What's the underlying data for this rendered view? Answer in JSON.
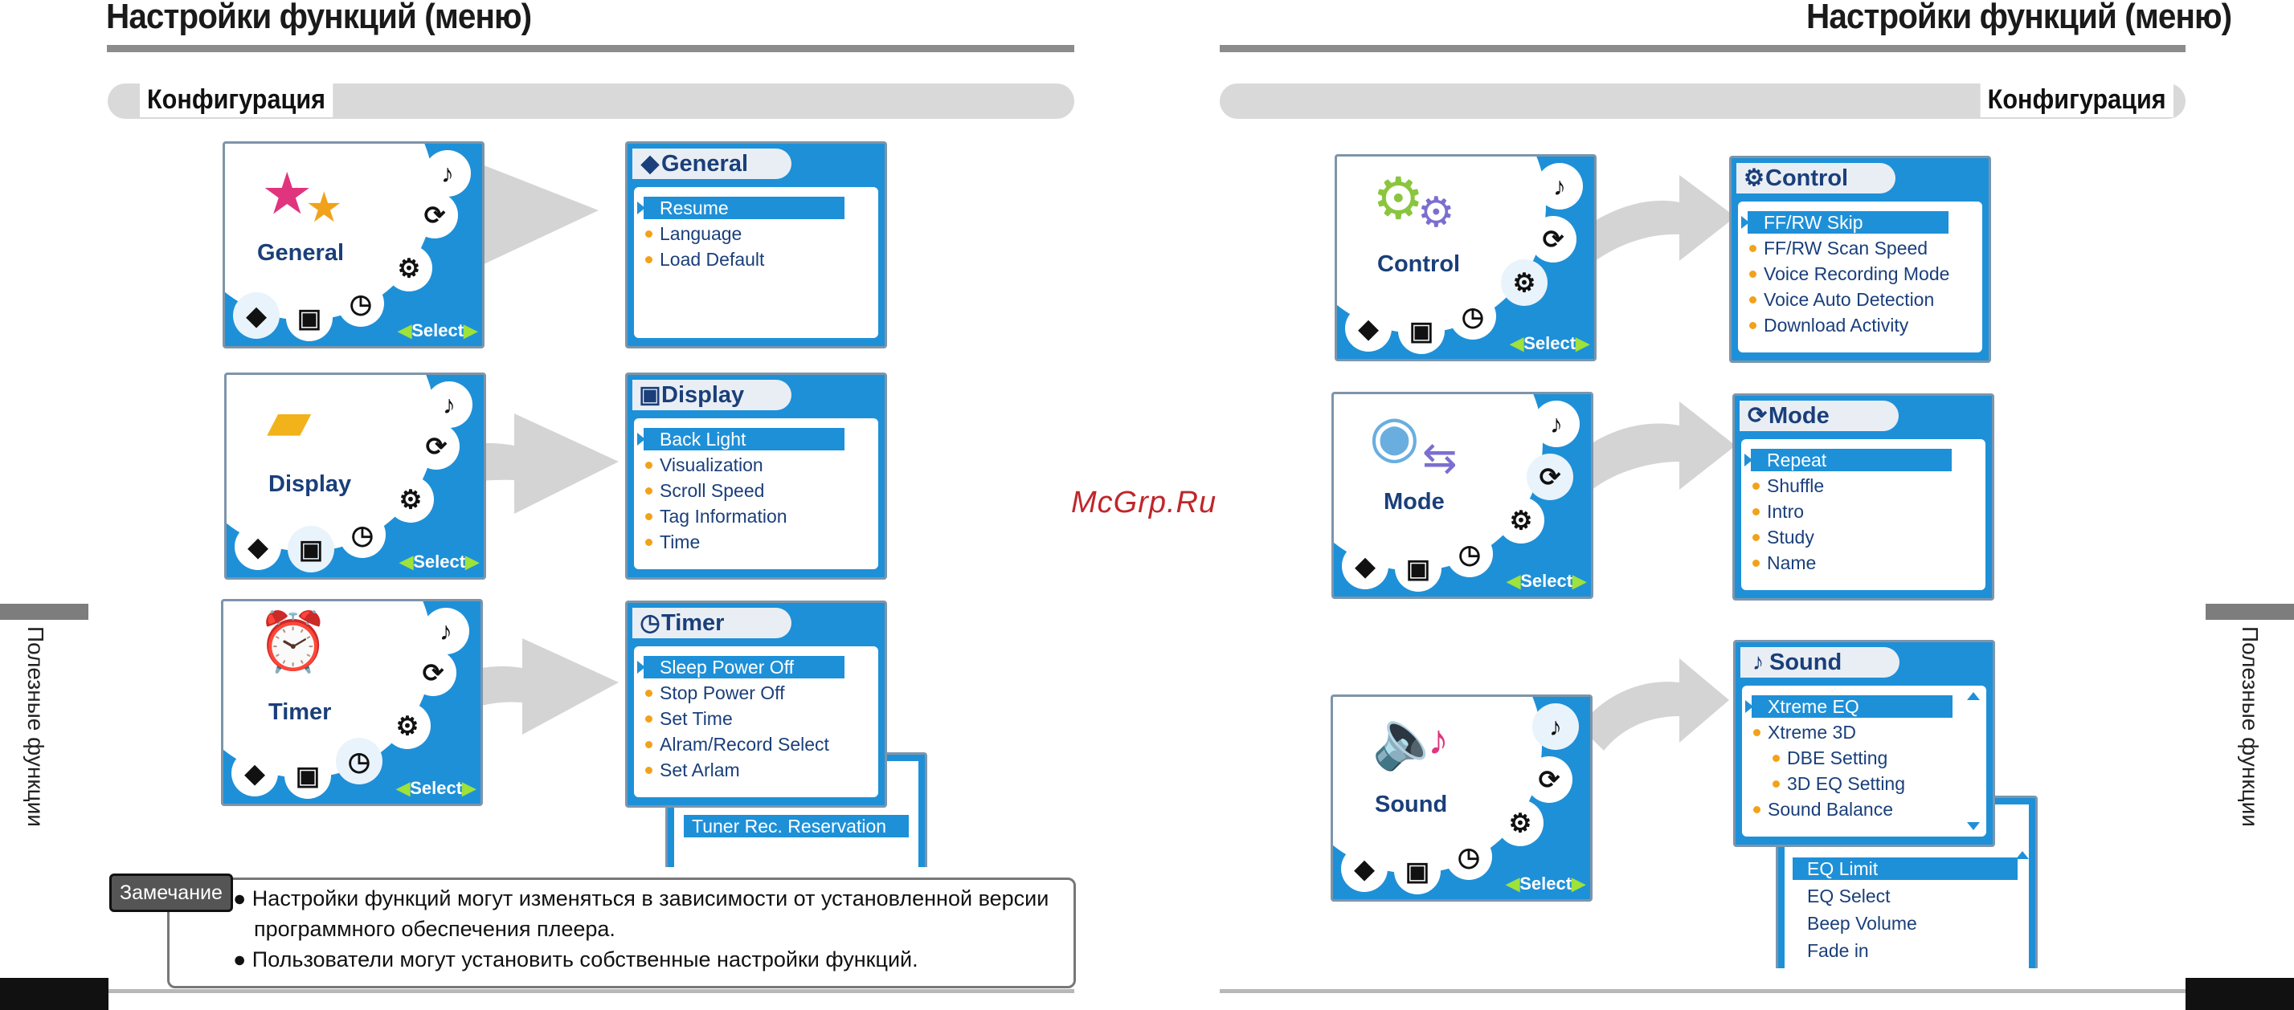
{
  "page_title_left": "Настройки функций (меню)",
  "page_title_right": "Настройки функций (меню)",
  "section_label_left": "Конфигурация",
  "section_label_right": "Конфигурация",
  "side_label_left": "Полезные функции",
  "side_label_right": "Полезные функции",
  "watermark": "McGrp.Ru",
  "select_label": "Select",
  "devices": {
    "general": {
      "label": "General",
      "icon": "stars-box-icon"
    },
    "display": {
      "label": "Display",
      "icon": "monitor-brush-icon"
    },
    "timer": {
      "label": "Timer",
      "icon": "alarm-clock-icon"
    },
    "control": {
      "label": "Control",
      "icon": "gears-icon"
    },
    "mode": {
      "label": "Mode",
      "icon": "disc-arrows-icon"
    },
    "sound": {
      "label": "Sound",
      "icon": "speaker-note-icon"
    }
  },
  "menus": {
    "general": {
      "title": "General",
      "items": [
        "Resume",
        "Language",
        "Load Default"
      ]
    },
    "display": {
      "title": "Display",
      "items": [
        "Back Light",
        "Visualization",
        "Scroll Speed",
        "Tag Information",
        "Time"
      ]
    },
    "timer": {
      "title": "Timer",
      "items": [
        "Sleep Power Off",
        "Stop Power Off",
        "Set Time",
        "Alram/Record Select",
        "Set Arlam"
      ],
      "extra": "Tuner Rec. Reservation"
    },
    "control": {
      "title": "Control",
      "items": [
        "FF/RW Skip",
        "FF/RW Scan Speed",
        "Voice Recording Mode",
        "Voice Auto Detection",
        "Download Activity"
      ]
    },
    "mode": {
      "title": "Mode",
      "items": [
        "Repeat",
        "Shuffle",
        "Intro",
        "Study",
        "Name"
      ]
    },
    "sound": {
      "title": "Sound",
      "items": [
        "Xtreme EQ",
        "Xtreme 3D",
        "DBE Setting",
        "3D EQ Setting",
        "Sound Balance"
      ],
      "extra": [
        "EQ Limit",
        "EQ Select",
        "Beep Volume",
        "Fade in"
      ]
    }
  },
  "note": {
    "tag": "Замечание",
    "lines": [
      "● Настройки функций могут изменяться в зависимости от установленной версии",
      "программного обеспечения плеера.",
      "● Пользователи могут установить собственные настройки функций."
    ]
  }
}
